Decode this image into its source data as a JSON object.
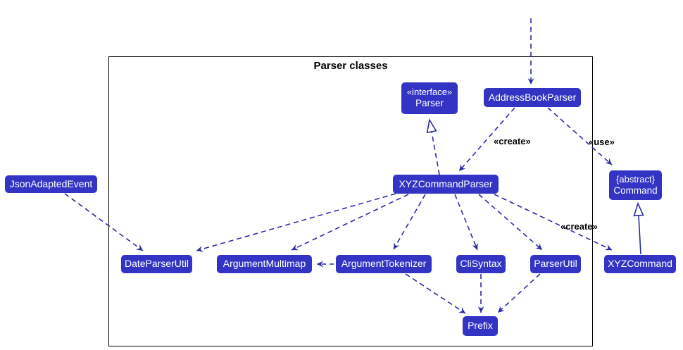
{
  "diagram": {
    "frame": {
      "title": "Parser classes"
    },
    "nodes": {
      "json_adapted_event": {
        "label": "JsonAdaptedEvent"
      },
      "interface_parser": {
        "stereotype": "«interface»",
        "label": "Parser"
      },
      "address_book_parser": {
        "label": "AddressBookParser"
      },
      "xyz_command_parser": {
        "label": "XYZCommandParser"
      },
      "command": {
        "stereotype": "{abstract}",
        "label": "Command"
      },
      "date_parser_util": {
        "label": "DateParserUtil"
      },
      "argument_multimap": {
        "label": "ArgumentMultimap"
      },
      "argument_tokenizer": {
        "label": "ArgumentTokenizer"
      },
      "cli_syntax": {
        "label": "CliSyntax"
      },
      "parser_util": {
        "label": "ParserUtil"
      },
      "xyz_command": {
        "label": "XYZCommand"
      },
      "prefix": {
        "label": "Prefix"
      }
    },
    "edge_labels": {
      "create_command_parser": "«create»",
      "use_command": "«use»",
      "create_command": "«create»"
    },
    "colors": {
      "node_fill": "#3333C4",
      "node_text": "#FFFFFF",
      "edge_stroke": "#2A2AA5",
      "frame_border": "#000000"
    }
  }
}
